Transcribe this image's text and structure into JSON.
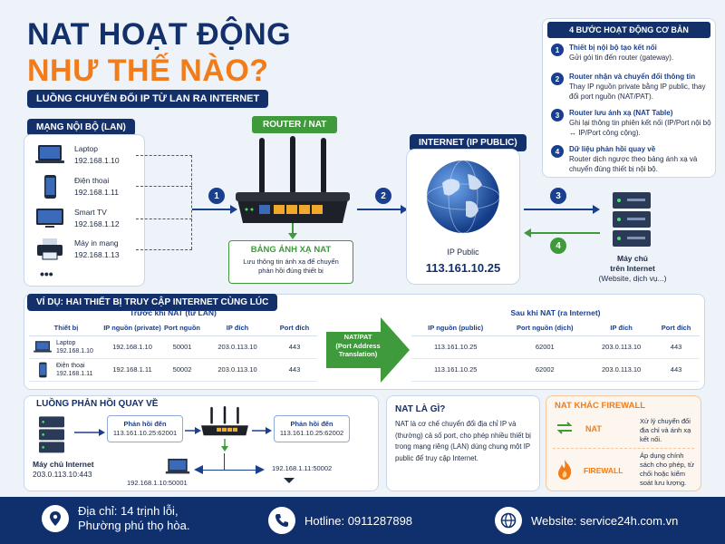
{
  "header": {
    "title_line1": "NAT HOẠT ĐỘNG",
    "title_line2": "NHƯ THẾ NÀO?",
    "subtitle": "LUỒNG CHUYỂN ĐỔI IP TỪ LAN RA INTERNET"
  },
  "steps_panel": {
    "title": "4 BƯỚC HOẠT ĐỘNG CƠ BẢN",
    "steps": [
      {
        "num": "1",
        "title": "Thiết bị nội bộ tạo kết nối",
        "desc": "Gửi gói tin đến router (gateway)."
      },
      {
        "num": "2",
        "title": "Router nhận và chuyển đổi thông tin",
        "desc": "Thay IP nguồn private bằng IP public, thay đổi port nguồn (NAT/PAT)."
      },
      {
        "num": "3",
        "title": "Router lưu ánh xạ (NAT Table)",
        "desc": "Ghi lại thông tin phiên kết nối (IP/Port nội bộ ↔ IP/Port công cộng)."
      },
      {
        "num": "4",
        "title": "Dữ liệu phản hồi quay về",
        "desc": "Router dịch ngược theo bảng ánh xạ và chuyển đúng thiết bị nội bộ."
      }
    ]
  },
  "lan": {
    "label": "MẠNG NỘI BỘ (LAN)",
    "devices": [
      {
        "name": "Laptop",
        "ip": "192.168.1.10",
        "icon": "laptop-icon"
      },
      {
        "name": "Điện thoại",
        "ip": "192.168.1.11",
        "icon": "phone-icon"
      },
      {
        "name": "Smart TV",
        "ip": "192.168.1.12",
        "icon": "tv-icon"
      },
      {
        "name": "Máy in mạng",
        "ip": "192.168.1.13",
        "icon": "printer-icon"
      }
    ],
    "more": "•••"
  },
  "router": {
    "label": "ROUTER / NAT",
    "nat_table_title": "BẢNG ÁNH XẠ NAT",
    "nat_table_desc": "Lưu thông tin ánh xạ để chuyển phản hồi đúng thiết bị"
  },
  "internet": {
    "label": "INTERNET (IP PUBLIC)",
    "ip_label": "IP Public",
    "ip_value": "113.161.10.25"
  },
  "server": {
    "line1": "Máy chủ",
    "line2": "trên Internet",
    "line3": "(Website, dịch vụ...)"
  },
  "flow_numbers": [
    "1",
    "2",
    "3",
    "4"
  ],
  "example": {
    "title": "VÍ DỤ: HAI THIẾT BỊ TRUY CẬP INTERNET CÙNG LÚC",
    "before_title": "Trước khi NAT (từ LAN)",
    "before_headers": [
      "Thiết bị",
      "IP nguồn (private)",
      "Port nguồn",
      "IP đích",
      "Port đích"
    ],
    "before_rows": [
      {
        "device": "Laptop\n192.168.1.10",
        "src_ip": "192.168.1.10",
        "src_port": "50001",
        "dst_ip": "203.0.113.10",
        "dst_port": "443"
      },
      {
        "device": "Điện thoại\n192.168.1.11",
        "src_ip": "192.168.1.11",
        "src_port": "50002",
        "dst_ip": "203.0.113.10",
        "dst_port": "443"
      }
    ],
    "arrow_label": "NAT/PAT\n(Port Address\nTranslation)",
    "after_title": "Sau khi NAT (ra Internet)",
    "after_headers": [
      "IP nguồn (public)",
      "Port nguồn (dịch)",
      "IP đích",
      "Port đích"
    ],
    "after_rows": [
      {
        "src_ip": "113.161.10.25",
        "src_port": "62001",
        "dst_ip": "203.0.113.10",
        "dst_port": "443"
      },
      {
        "src_ip": "113.161.10.25",
        "src_port": "62002",
        "dst_ip": "203.0.113.10",
        "dst_port": "443"
      }
    ]
  },
  "response_flow": {
    "title": "LUỒNG PHẢN HỒI QUAY VỀ",
    "server_name": "Máy chủ Internet",
    "server_addr": "203.0.113.10:443",
    "reply1_label": "Phản hồi đến",
    "reply1_value": "113.161.10.25:62001",
    "reply2_label": "Phản hồi đến",
    "reply2_value": "113.161.10.25:62002",
    "dest1": "192.168.1.10:50001",
    "dest2": "192.168.1.11:50002"
  },
  "nat_what": {
    "title": "NAT LÀ GÌ?",
    "desc": "NAT là cơ chế chuyển đổi địa chỉ IP và (thường) cả số port, cho phép nhiều thiết bị trong mạng riêng (LAN) dùng chung một IP public để truy cập Internet."
  },
  "nat_vs_fw": {
    "title": "NAT KHÁC FIREWALL",
    "nat_label": "NAT",
    "nat_desc": "Xử lý chuyển đổi địa chỉ và ánh xạ kết nối.",
    "fw_label": "FIREWALL",
    "fw_desc": "Áp dụng chính sách cho phép, từ chối hoặc kiểm soát lưu lượng."
  },
  "footer": {
    "address": "Địa chỉ: 14 trịnh lỗi, Phường phú thọ hòa.",
    "hotline": "Hotline: 0911287898",
    "website": "Website: service24h.com.vn"
  },
  "colors": {
    "navy": "#13306b",
    "orange": "#f07c1b",
    "green": "#3e9a3a",
    "accent_blue": "#1a3f8f"
  }
}
